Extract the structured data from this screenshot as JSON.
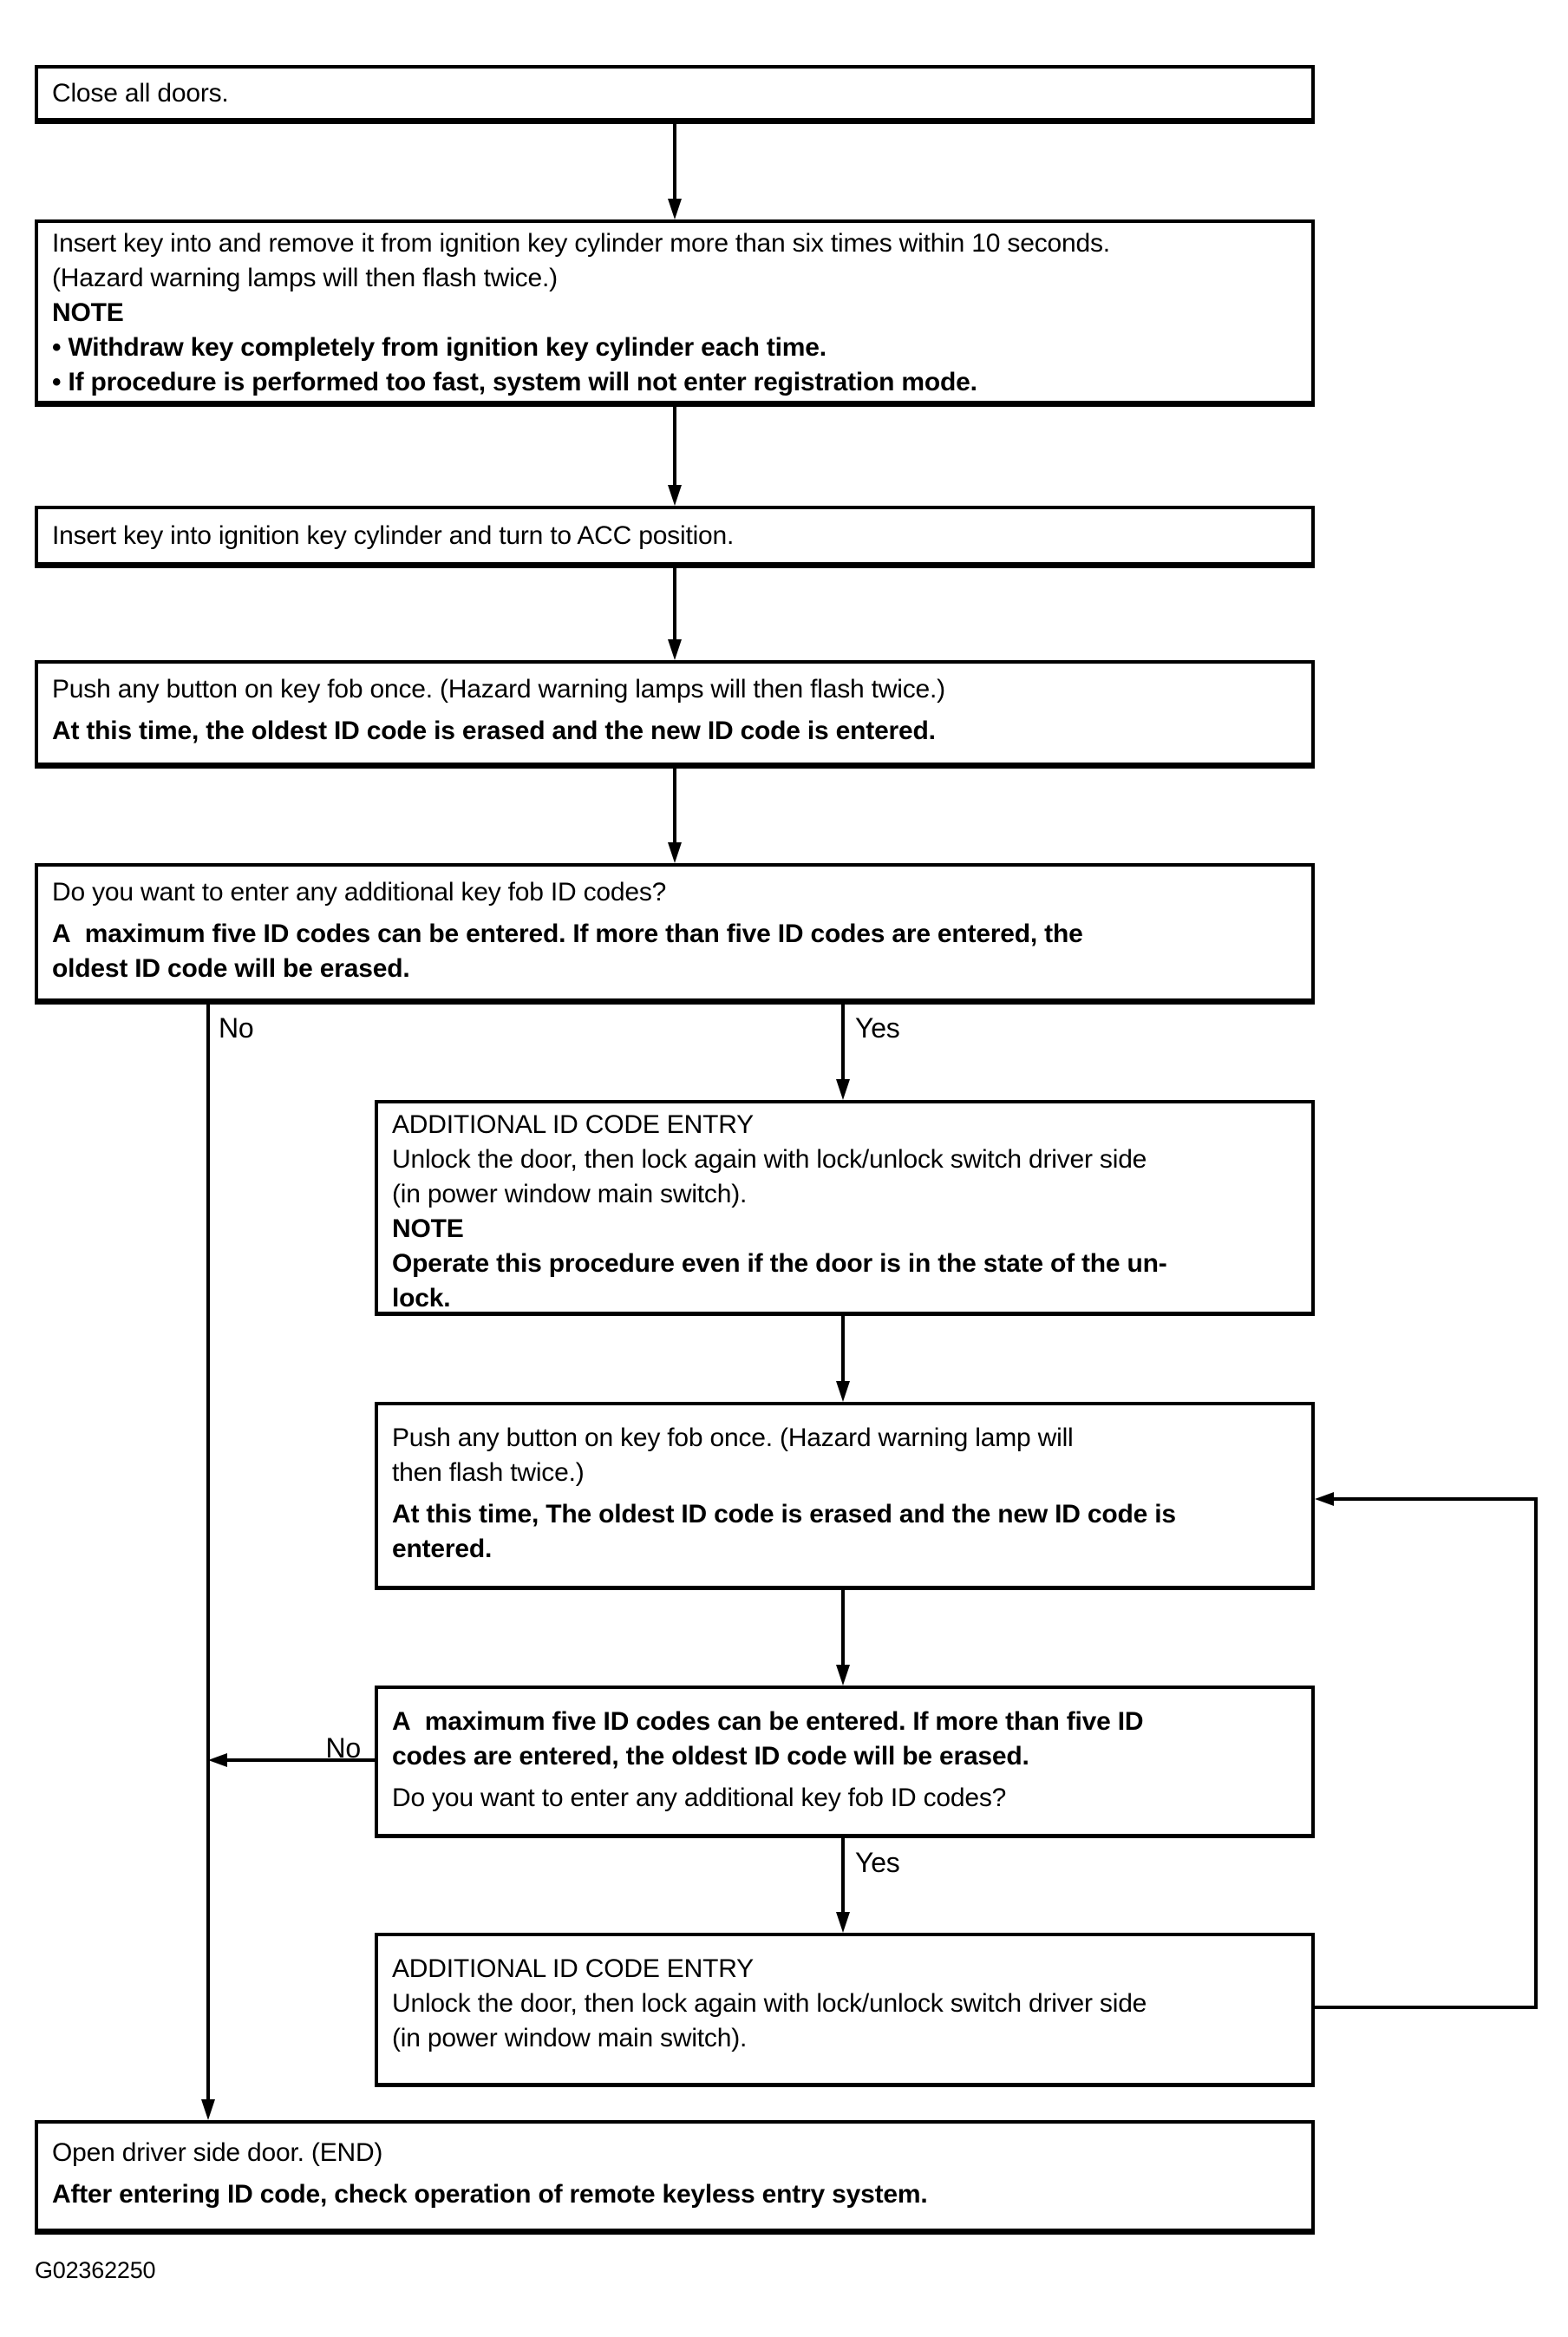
{
  "colors": {
    "ink": "#000000",
    "background": "#ffffff"
  },
  "caption": "G02362250",
  "labels": {
    "no_first": "No",
    "yes_first": "Yes",
    "no_repeat": "No",
    "yes_repeat": "Yes"
  },
  "boxes": {
    "close_doors": {
      "l1": "Close all doors."
    },
    "enter_registration": {
      "l1": "Insert key into and remove it from ignition key cylinder more than six times within 10 seconds.",
      "l2": "(Hazard warning lamps will then flash twice.)",
      "l3": "NOTE",
      "l4": "• Withdraw key completely from ignition key cylinder each time.",
      "l5": "• If procedure is performed too fast, system will not enter registration mode."
    },
    "acc_position": {
      "l1": "Insert key into ignition key cylinder and turn to ACC position."
    },
    "push_button_first": {
      "l1": "Push any button on key fob once. (Hazard warning lamps will then flash twice.)",
      "l2": "At this time, the oldest ID code is erased and the new ID code is entered."
    },
    "decision_first": {
      "l1": "Do you want to enter any additional key fob ID codes?",
      "l2": "A  maximum five ID codes can be entered. If more than five ID codes are entered, the",
      "l3": "oldest ID code will be erased."
    },
    "additional_entry_first": {
      "l1": "ADDITIONAL ID CODE ENTRY",
      "l2": "Unlock the door, then lock again with lock/unlock switch driver side",
      "l3": "(in power window main switch).",
      "l4": "NOTE",
      "l5": "Operate this procedure even if the door is in the state of the un-",
      "l6": "lock."
    },
    "push_button_repeat": {
      "l1": "Push any button on key fob once. (Hazard warning lamp will",
      "l2": "then flash twice.)",
      "l3": "At this time, The oldest ID code is erased and the new ID code is",
      "l4": "entered."
    },
    "decision_repeat": {
      "l1": "A  maximum five ID codes can be entered. If more than five ID",
      "l2": "codes are entered, the oldest ID code will be erased.",
      "l3": "Do you want to enter any additional key fob ID codes?"
    },
    "additional_entry_repeat": {
      "l1": "ADDITIONAL ID CODE ENTRY",
      "l2": "Unlock the door, then lock again with lock/unlock switch driver side",
      "l3": "(in power window main switch)."
    },
    "end": {
      "l1": "Open driver side door. (END)",
      "l2": "After entering ID code, check operation of remote keyless entry system."
    }
  }
}
